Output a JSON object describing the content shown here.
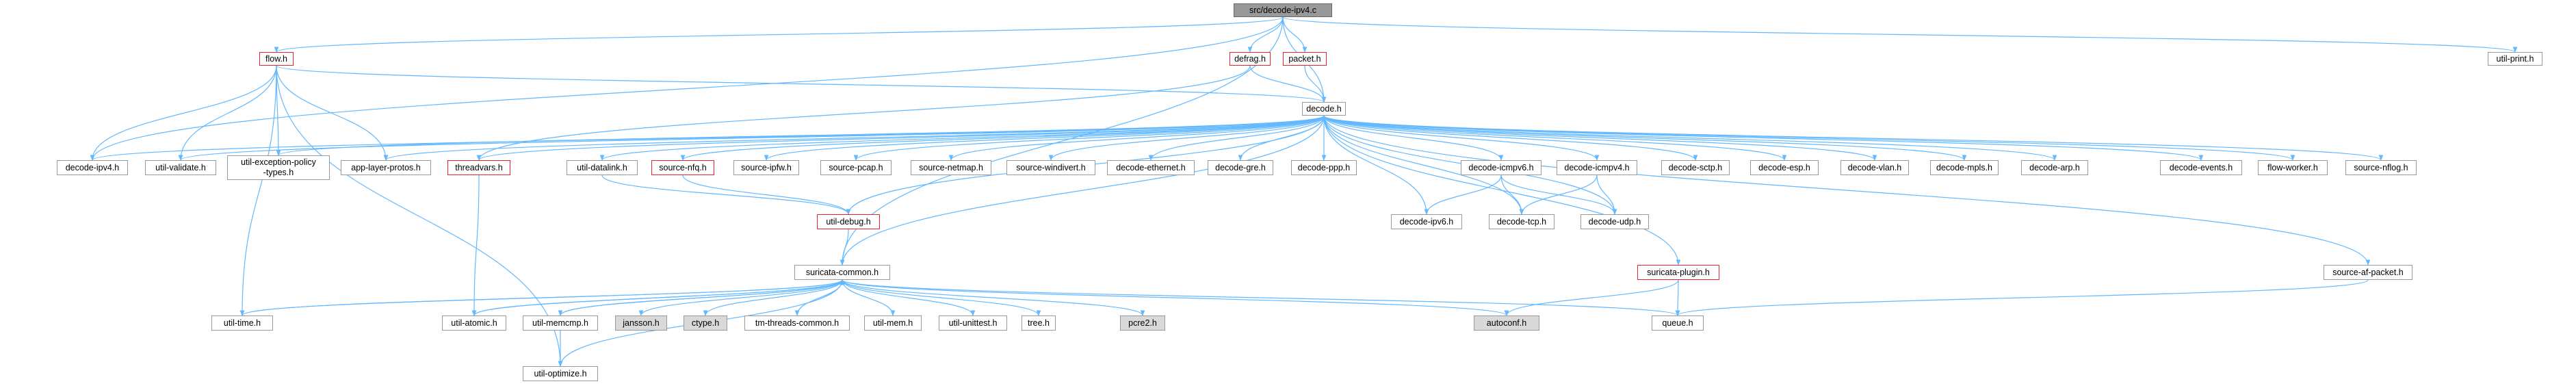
{
  "edge_color": "#63b8ff",
  "node_border": "#999999",
  "node_red_border": "#e8242e",
  "grey_fill": "#d9d9d9",
  "root_fill": "#999999",
  "nodes": [
    {
      "id": "root",
      "label": "src/decode-ipv4.c",
      "style": "root"
    },
    {
      "id": "flow",
      "label": "flow.h",
      "style": "red"
    },
    {
      "id": "defrag",
      "label": "defrag.h",
      "style": "red"
    },
    {
      "id": "packet",
      "label": "packet.h",
      "style": "red"
    },
    {
      "id": "util_print",
      "label": "util-print.h",
      "style": "normal"
    },
    {
      "id": "decode",
      "label": "decode.h",
      "style": "normal"
    },
    {
      "id": "decode_ipv4",
      "label": "decode-ipv4.h",
      "style": "normal"
    },
    {
      "id": "util_validate",
      "label": "util-validate.h",
      "style": "normal"
    },
    {
      "id": "util_exception",
      "label": "util-exception-policy\n-types.h",
      "style": "normal"
    },
    {
      "id": "app_layer",
      "label": "app-layer-protos.h",
      "style": "normal"
    },
    {
      "id": "threadvars",
      "label": "threadvars.h",
      "style": "red"
    },
    {
      "id": "util_datalink",
      "label": "util-datalink.h",
      "style": "normal"
    },
    {
      "id": "source_nfq",
      "label": "source-nfq.h",
      "style": "red"
    },
    {
      "id": "source_ipfw",
      "label": "source-ipfw.h",
      "style": "normal"
    },
    {
      "id": "source_pcap",
      "label": "source-pcap.h",
      "style": "normal"
    },
    {
      "id": "source_netmap",
      "label": "source-netmap.h",
      "style": "normal"
    },
    {
      "id": "source_windivert",
      "label": "source-windivert.h",
      "style": "normal"
    },
    {
      "id": "decode_ethernet",
      "label": "decode-ethernet.h",
      "style": "normal"
    },
    {
      "id": "decode_gre",
      "label": "decode-gre.h",
      "style": "normal"
    },
    {
      "id": "decode_ppp",
      "label": "decode-ppp.h",
      "style": "normal"
    },
    {
      "id": "decode_icmpv6",
      "label": "decode-icmpv6.h",
      "style": "normal"
    },
    {
      "id": "decode_icmpv4",
      "label": "decode-icmpv4.h",
      "style": "normal"
    },
    {
      "id": "decode_sctp",
      "label": "decode-sctp.h",
      "style": "normal"
    },
    {
      "id": "decode_esp",
      "label": "decode-esp.h",
      "style": "normal"
    },
    {
      "id": "decode_vlan",
      "label": "decode-vlan.h",
      "style": "normal"
    },
    {
      "id": "decode_mpls",
      "label": "decode-mpls.h",
      "style": "normal"
    },
    {
      "id": "decode_arp",
      "label": "decode-arp.h",
      "style": "normal"
    },
    {
      "id": "decode_events",
      "label": "decode-events.h",
      "style": "normal"
    },
    {
      "id": "flow_worker",
      "label": "flow-worker.h",
      "style": "normal"
    },
    {
      "id": "source_nflog",
      "label": "source-nflog.h",
      "style": "normal"
    },
    {
      "id": "decode_ipv6",
      "label": "decode-ipv6.h",
      "style": "normal"
    },
    {
      "id": "decode_tcp",
      "label": "decode-tcp.h",
      "style": "normal"
    },
    {
      "id": "decode_udp",
      "label": "decode-udp.h",
      "style": "normal"
    },
    {
      "id": "util_debug",
      "label": "util-debug.h",
      "style": "red"
    },
    {
      "id": "suricata_plugin",
      "label": "suricata-plugin.h",
      "style": "red"
    },
    {
      "id": "source_af_packet",
      "label": "source-af-packet.h",
      "style": "normal"
    },
    {
      "id": "suricata_common",
      "label": "suricata-common.h",
      "style": "normal"
    },
    {
      "id": "util_time",
      "label": "util-time.h",
      "style": "normal"
    },
    {
      "id": "util_atomic",
      "label": "util-atomic.h",
      "style": "normal"
    },
    {
      "id": "util_memcmp",
      "label": "util-memcmp.h",
      "style": "normal"
    },
    {
      "id": "jansson",
      "label": "jansson.h",
      "style": "grey"
    },
    {
      "id": "ctype",
      "label": "ctype.h",
      "style": "grey"
    },
    {
      "id": "tm_threads_common",
      "label": "tm-threads-common.h",
      "style": "normal"
    },
    {
      "id": "util_mem",
      "label": "util-mem.h",
      "style": "normal"
    },
    {
      "id": "util_unittest",
      "label": "util-unittest.h",
      "style": "normal"
    },
    {
      "id": "tree",
      "label": "tree.h",
      "style": "normal"
    },
    {
      "id": "pcre2",
      "label": "pcre2.h",
      "style": "grey"
    },
    {
      "id": "autoconf",
      "label": "autoconf.h",
      "style": "grey"
    },
    {
      "id": "queue",
      "label": "queue.h",
      "style": "normal"
    },
    {
      "id": "util_optimize",
      "label": "util-optimize.h",
      "style": "normal"
    }
  ],
  "edges": [
    [
      "root",
      "flow"
    ],
    [
      "root",
      "defrag"
    ],
    [
      "root",
      "packet"
    ],
    [
      "root",
      "util_print"
    ],
    [
      "root",
      "decode"
    ],
    [
      "root",
      "decode_ipv4"
    ],
    [
      "root",
      "suricata_common"
    ],
    [
      "flow",
      "decode"
    ],
    [
      "flow",
      "decode_ipv4"
    ],
    [
      "flow",
      "util_validate"
    ],
    [
      "flow",
      "util_exception"
    ],
    [
      "flow",
      "app_layer"
    ],
    [
      "flow",
      "util_time"
    ],
    [
      "flow",
      "util_optimize"
    ],
    [
      "defrag",
      "decode"
    ],
    [
      "defrag",
      "threadvars"
    ],
    [
      "packet",
      "decode"
    ],
    [
      "decode",
      "decode_ipv4"
    ],
    [
      "decode",
      "util_validate"
    ],
    [
      "decode",
      "util_exception"
    ],
    [
      "decode",
      "app_layer"
    ],
    [
      "decode",
      "threadvars"
    ],
    [
      "decode",
      "util_datalink"
    ],
    [
      "decode",
      "source_nfq"
    ],
    [
      "decode",
      "source_ipfw"
    ],
    [
      "decode",
      "source_pcap"
    ],
    [
      "decode",
      "source_netmap"
    ],
    [
      "decode",
      "source_windivert"
    ],
    [
      "decode",
      "decode_ethernet"
    ],
    [
      "decode",
      "decode_gre"
    ],
    [
      "decode",
      "decode_ppp"
    ],
    [
      "decode",
      "decode_icmpv6"
    ],
    [
      "decode",
      "decode_icmpv4"
    ],
    [
      "decode",
      "decode_sctp"
    ],
    [
      "decode",
      "decode_esp"
    ],
    [
      "decode",
      "decode_vlan"
    ],
    [
      "decode",
      "decode_mpls"
    ],
    [
      "decode",
      "decode_arp"
    ],
    [
      "decode",
      "decode_events"
    ],
    [
      "decode",
      "flow_worker"
    ],
    [
      "decode",
      "source_nflog"
    ],
    [
      "decode",
      "decode_ipv6"
    ],
    [
      "decode",
      "decode_tcp"
    ],
    [
      "decode",
      "decode_udp"
    ],
    [
      "decode",
      "util_debug"
    ],
    [
      "decode",
      "suricata_plugin"
    ],
    [
      "decode",
      "source_af_packet"
    ],
    [
      "decode",
      "suricata_common"
    ],
    [
      "threadvars",
      "util_atomic"
    ],
    [
      "util_datalink",
      "util_debug"
    ],
    [
      "source_nfq",
      "util_debug"
    ],
    [
      "decode_icmpv6",
      "decode_ipv6"
    ],
    [
      "decode_icmpv6",
      "decode_tcp"
    ],
    [
      "decode_icmpv6",
      "decode_udp"
    ],
    [
      "decode_icmpv4",
      "decode_tcp"
    ],
    [
      "decode_icmpv4",
      "decode_udp"
    ],
    [
      "util_debug",
      "suricata_common"
    ],
    [
      "suricata_plugin",
      "autoconf"
    ],
    [
      "suricata_plugin",
      "queue"
    ],
    [
      "source_af_packet",
      "queue"
    ],
    [
      "suricata_common",
      "util_time"
    ],
    [
      "suricata_common",
      "util_atomic"
    ],
    [
      "suricata_common",
      "util_memcmp"
    ],
    [
      "suricata_common",
      "jansson"
    ],
    [
      "suricata_common",
      "ctype"
    ],
    [
      "suricata_common",
      "tm_threads_common"
    ],
    [
      "suricata_common",
      "util_mem"
    ],
    [
      "suricata_common",
      "util_unittest"
    ],
    [
      "suricata_common",
      "tree"
    ],
    [
      "suricata_common",
      "pcre2"
    ],
    [
      "suricata_common",
      "autoconf"
    ],
    [
      "suricata_common",
      "queue"
    ],
    [
      "suricata_common",
      "util_optimize"
    ],
    [
      "util_memcmp",
      "util_optimize"
    ],
    [
      "util_atomic",
      "suricata_common"
    ],
    [
      "util_memcmp",
      "suricata_common"
    ],
    [
      "util_time",
      "suricata_common"
    ]
  ]
}
